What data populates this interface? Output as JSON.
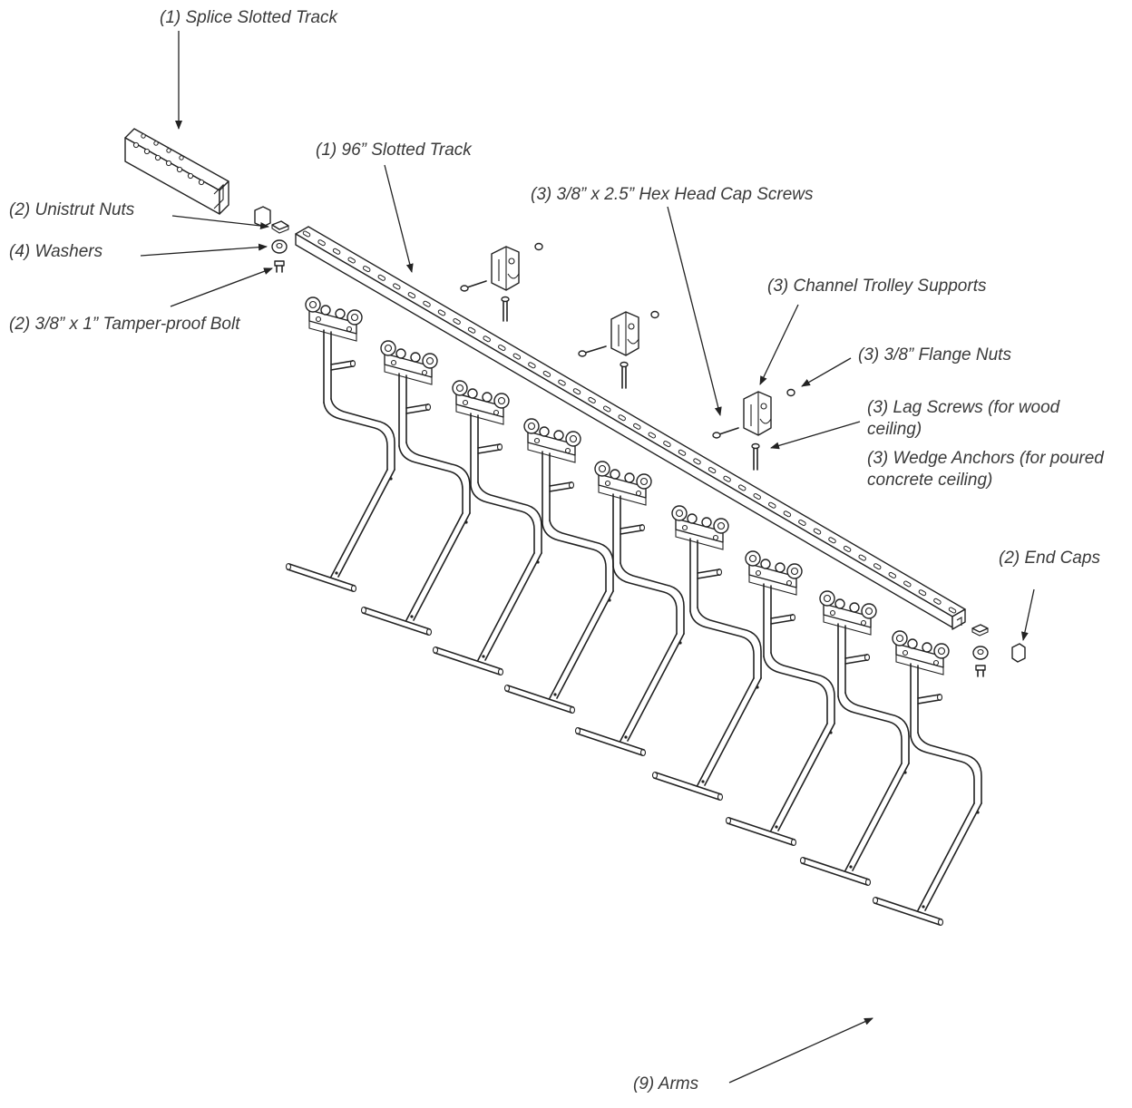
{
  "callouts": {
    "splice_track": "(1) Splice Slotted Track",
    "slotted_track": "(1) 96” Slotted Track",
    "unistrut_nuts": "(2) Unistrut Nuts",
    "washers": "(4) Washers",
    "tamper_bolt": "(2) 3/8” x 1” Tamper-proof Bolt",
    "hex_screws": "(3) 3/8” x 2.5” Hex Head Cap Screws",
    "trolley_supports": "(3) Channel Trolley Supports",
    "flange_nuts": "(3) 3/8” Flange Nuts",
    "lag_screws": "(3) Lag Screws (for wood ceiling)",
    "wedge_anchors": "(3) Wedge Anchors (for poured concrete ceiling)",
    "end_caps": "(2) End Caps",
    "arms": "(9) Arms"
  }
}
